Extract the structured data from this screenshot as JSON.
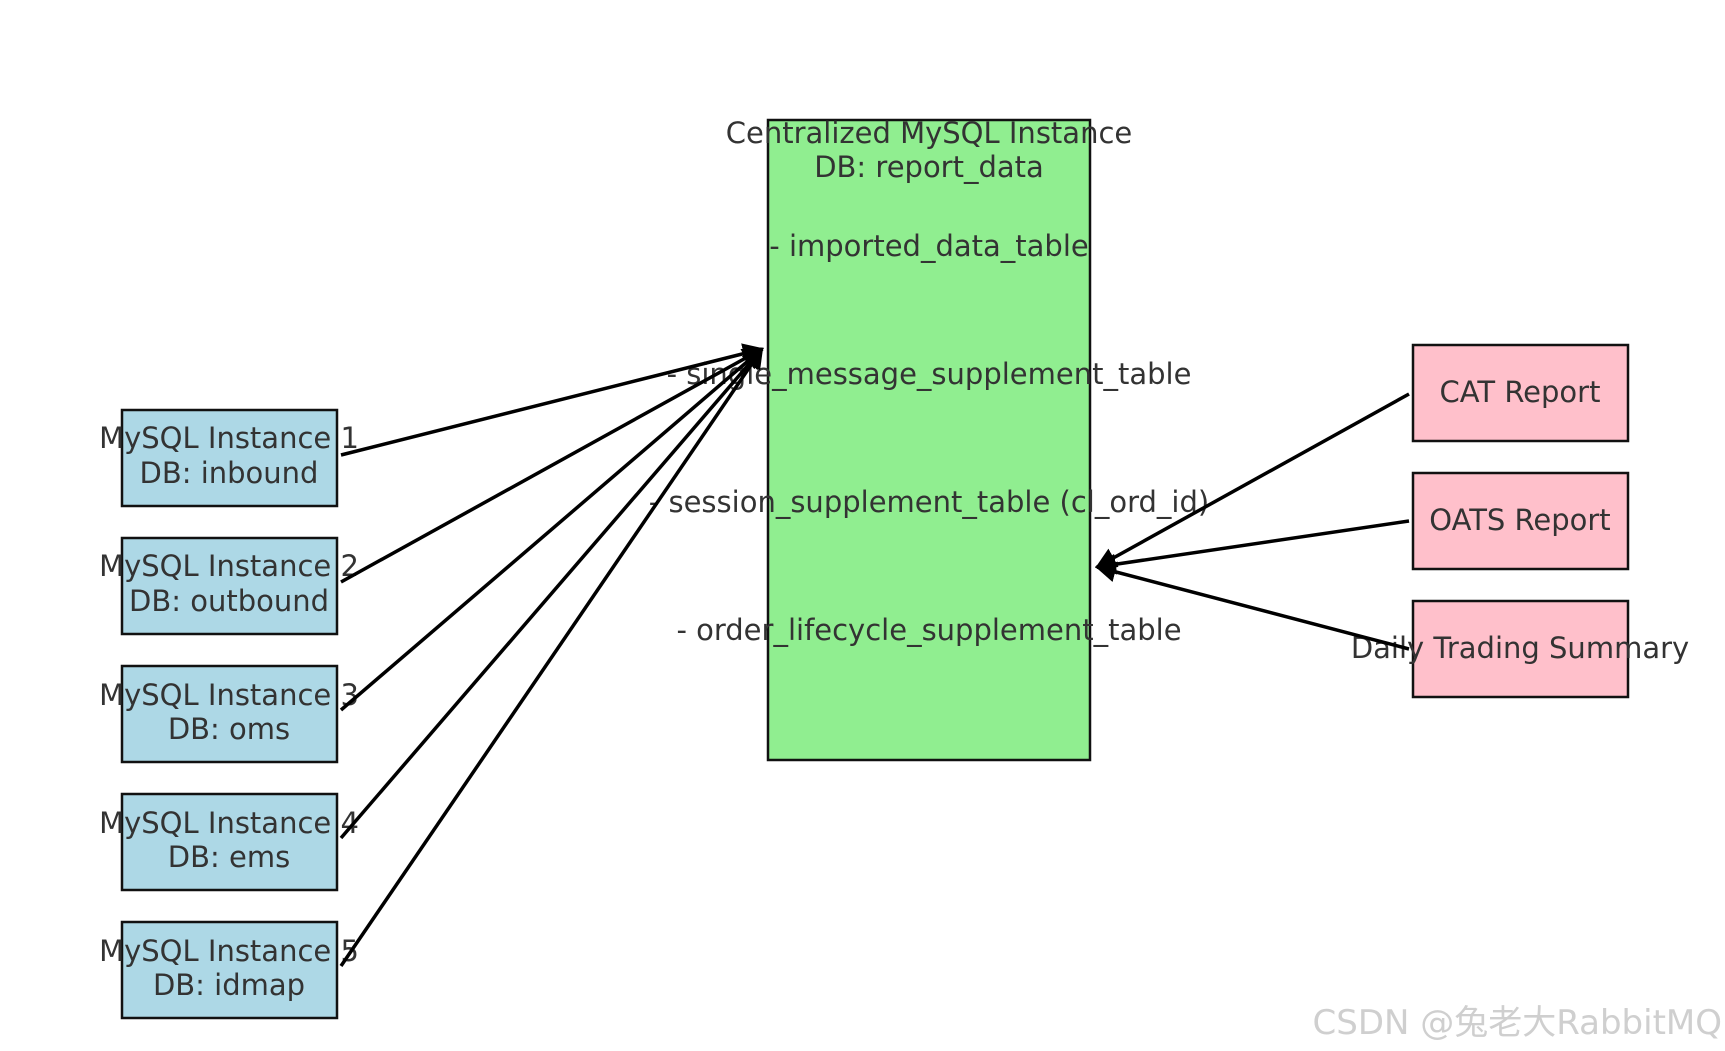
{
  "diagram": {
    "central": {
      "lines": [
        "Centralized MySQL Instance",
        "DB: report_data"
      ],
      "tables": [
        "- imported_data_table",
        "- single_message_supplement_table",
        "- session_supplement_table (cl_ord_id)",
        "- order_lifecycle_supplement_table"
      ]
    },
    "sources": [
      {
        "lines": [
          "MySQL Instance 1",
          "DB: inbound"
        ]
      },
      {
        "lines": [
          "MySQL Instance 2",
          "DB: outbound"
        ]
      },
      {
        "lines": [
          "MySQL Instance 3",
          "DB: oms"
        ]
      },
      {
        "lines": [
          "MySQL Instance 4",
          "DB: ems"
        ]
      },
      {
        "lines": [
          "MySQL Instance 5",
          "DB: idmap"
        ]
      }
    ],
    "reports": [
      {
        "label": "CAT Report"
      },
      {
        "label": "OATS Report"
      },
      {
        "label": "Daily Trading Summary"
      }
    ],
    "watermark": "CSDN @兔老大RabbitMQ"
  },
  "colors": {
    "source_fill": "#add8e6",
    "central_fill": "#90ee90",
    "report_fill": "#ffc0cb",
    "edge": "#000000",
    "text": "#333333"
  }
}
